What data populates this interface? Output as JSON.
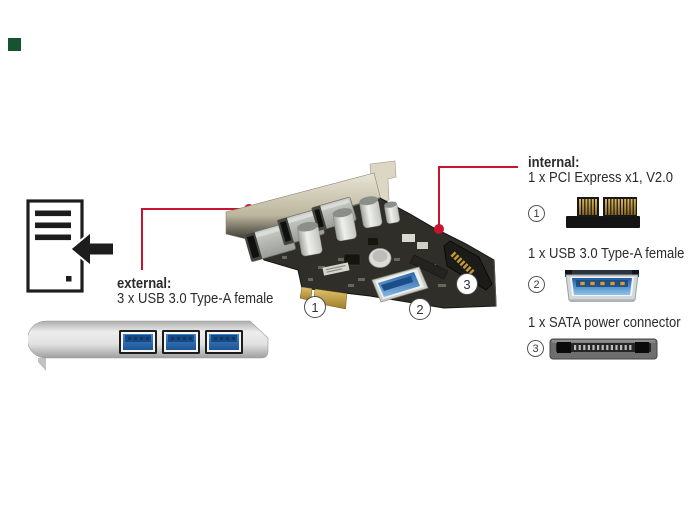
{
  "colors": {
    "accent_red": "#c81430",
    "text": "#2b2b2b",
    "green_marker": "#15542f",
    "usb_blue": "#2f6fb5",
    "pcb_dark": "#2f2e29",
    "bracket_beige": "#c9c2ac",
    "gold": "#c9a23f"
  },
  "external": {
    "heading": "external:",
    "detail": "3 x USB 3.0 Type-A female"
  },
  "internal": {
    "heading": "internal:",
    "items": [
      {
        "marker": "1",
        "label": "1 x PCI Express x1, V2.0",
        "icon": "pcie-x1-edge-connector"
      },
      {
        "marker": "2",
        "label": "1 x USB 3.0 Type-A female",
        "icon": "usb3-type-a-port"
      },
      {
        "marker": "3",
        "label": "1 x SATA power connector",
        "icon": "sata-power-connector"
      }
    ]
  },
  "card_markers": [
    {
      "marker": "1"
    },
    {
      "marker": "2"
    },
    {
      "marker": "3"
    }
  ],
  "icons": {
    "tower": "pc-tower-insert-arrow-icon",
    "bracket": "usb3-bracket-front-view",
    "card": "pcie-usb3-card-photo"
  }
}
